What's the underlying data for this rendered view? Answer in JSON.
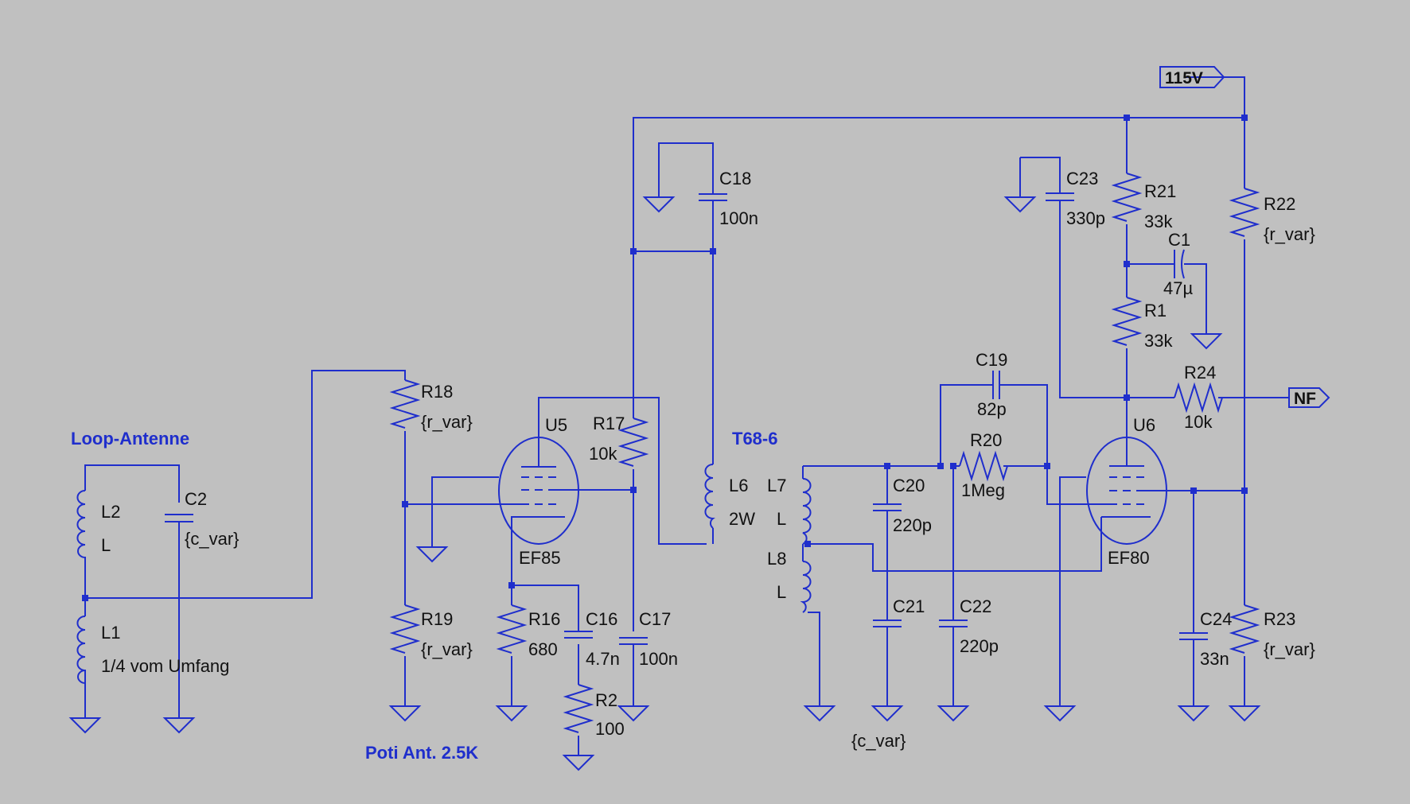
{
  "schematic": {
    "wire_color": "#1f2ecc",
    "background": "#c0c0c0",
    "notes": {
      "loop_antenna": "Loop-Antenne",
      "poti": "Poti Ant. 2.5K",
      "transformer": "T68-6",
      "c_var_bottom": "{c_var}"
    },
    "net_labels": {
      "supply": "115V",
      "output": "NF"
    },
    "components": {
      "L2": {
        "ref": "L2",
        "value": "L"
      },
      "L1": {
        "ref": "L1",
        "value": "1/4 vom Umfang"
      },
      "C2": {
        "ref": "C2",
        "value": "{c_var}"
      },
      "R18": {
        "ref": "R18",
        "value": "{r_var}"
      },
      "R19": {
        "ref": "R19",
        "value": "{r_var}"
      },
      "U5": {
        "ref": "U5",
        "value": "EF85"
      },
      "R16": {
        "ref": "R16",
        "value": "680"
      },
      "C16": {
        "ref": "C16",
        "value": "4.7n"
      },
      "R2": {
        "ref": "R2",
        "value": "100"
      },
      "C17": {
        "ref": "C17",
        "value": "100n"
      },
      "R17": {
        "ref": "R17",
        "value": "10k"
      },
      "C18": {
        "ref": "C18",
        "value": "100n"
      },
      "L6": {
        "ref": "L6",
        "value": "2W"
      },
      "L7": {
        "ref": "L7",
        "value": "L"
      },
      "L8": {
        "ref": "L8",
        "value": "L"
      },
      "C20": {
        "ref": "C20",
        "value": "220p"
      },
      "C21": {
        "ref": "C21",
        "value": ""
      },
      "C22": {
        "ref": "C22",
        "value": "220p"
      },
      "C19": {
        "ref": "C19",
        "value": "82p"
      },
      "R20": {
        "ref": "R20",
        "value": "1Meg"
      },
      "U6": {
        "ref": "U6",
        "value": "EF80"
      },
      "C23": {
        "ref": "C23",
        "value": "330p"
      },
      "R21": {
        "ref": "R21",
        "value": "33k"
      },
      "C1": {
        "ref": "C1",
        "value": "47µ"
      },
      "R1": {
        "ref": "R1",
        "value": "33k"
      },
      "R24": {
        "ref": "R24",
        "value": "10k"
      },
      "R22": {
        "ref": "R22",
        "value": "{r_var}"
      },
      "C24": {
        "ref": "C24",
        "value": "33n"
      },
      "R23": {
        "ref": "R23",
        "value": "{r_var}"
      }
    }
  }
}
